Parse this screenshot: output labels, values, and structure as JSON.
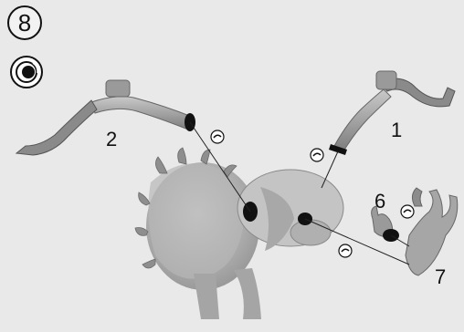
{
  "step": {
    "number": "8"
  },
  "icons": {
    "step_mode": "glue-contact-icon",
    "glue_markers": "glue-drop-icon"
  },
  "parts": [
    {
      "id": "1",
      "name": "right-arm"
    },
    {
      "id": "2",
      "name": "left-arm"
    },
    {
      "id": "6",
      "name": "small-hand"
    },
    {
      "id": "7",
      "name": "large-hand"
    }
  ]
}
